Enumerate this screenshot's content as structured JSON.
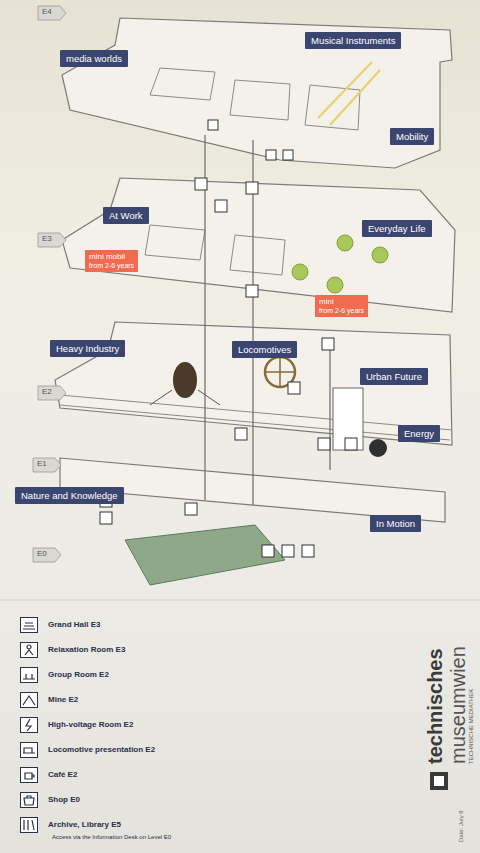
{
  "diagram": {
    "nodes": [
      {
        "text": [
          "media worlds"
        ]
      },
      {
        "text": [
          "Musical Instruments"
        ]
      },
      {
        "text": [
          "Mobility"
        ]
      },
      {
        "text": [
          "At Work"
        ]
      },
      {
        "text": [
          "mini mobil",
          "from 2-6 years"
        ]
      },
      {
        "text": [
          "Everyday Life"
        ]
      },
      {
        "text": [
          "mini",
          "from 2-6 years"
        ]
      },
      {
        "text": [
          "Heavy Industry"
        ]
      },
      {
        "text": [
          "Locomotives"
        ]
      },
      {
        "text": [
          "Urban Future"
        ]
      },
      {
        "text": [
          "Energy"
        ]
      },
      {
        "text": [
          "Nature and Knowledge"
        ]
      },
      {
        "text": [
          "In Motion"
        ]
      }
    ],
    "labels": [
      "E4",
      "E3",
      "E2",
      "E1",
      "E0",
      "technisches",
      "museumwien",
      "TECHNISCHE MEDIATHEK",
      "Date: July 8",
      "Access via the Information Desk on Level E0"
    ],
    "legend": [
      {
        "text": "Grand Hall E3"
      },
      {
        "text": "Relaxation Room E3"
      },
      {
        "text": "Group Room E2"
      },
      {
        "text": "Mine E2"
      },
      {
        "text": "High-voltage Room E2"
      },
      {
        "text": "Locomotive presentation E2"
      },
      {
        "text": "Café E2"
      },
      {
        "text": "Shop E0"
      },
      {
        "text": "Archive, Library E5"
      }
    ]
  }
}
